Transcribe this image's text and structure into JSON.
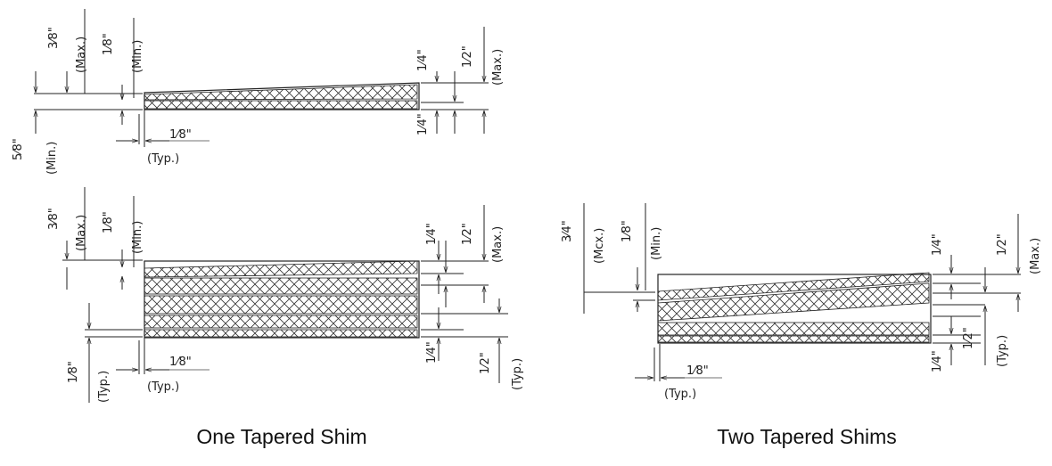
{
  "captions": {
    "one": "One Tapered Shim",
    "two": "Two Tapered Shims"
  },
  "dims": {
    "three_eighths": "3⁄8\"",
    "one_eighth": "1⁄8\"",
    "five_eighths": "5⁄8\"",
    "one_quarter": "1⁄4\"",
    "one_half": "1⁄2\"",
    "three_quarters": "3⁄4\"",
    "max": "(Max.)",
    "min": "(Min.)",
    "typ": "(Typ.)",
    "mcx": "(Mcx.)"
  },
  "colors": {
    "line": "#222222",
    "background": "#ffffff"
  }
}
